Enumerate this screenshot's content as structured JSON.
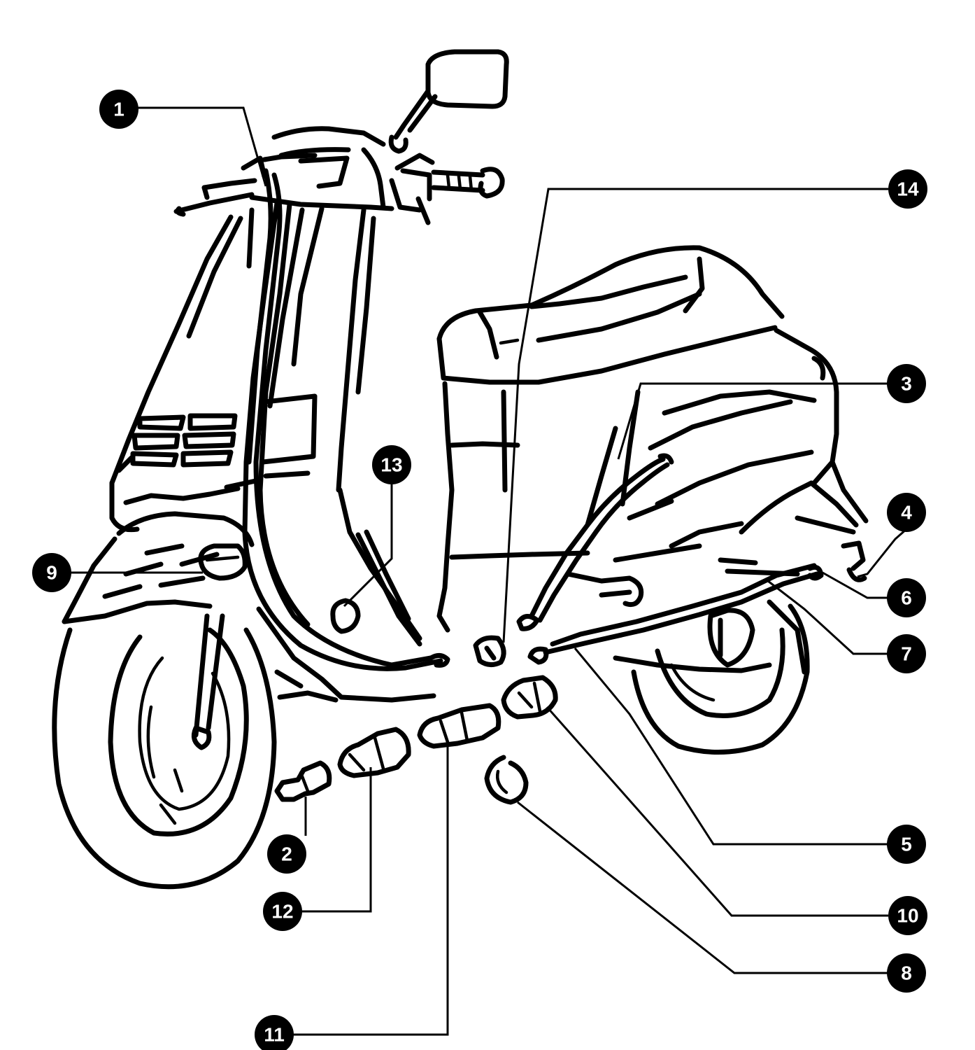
{
  "callouts": [
    {
      "id": "callout-1",
      "label": "1"
    },
    {
      "id": "callout-2",
      "label": "2"
    },
    {
      "id": "callout-3",
      "label": "3"
    },
    {
      "id": "callout-4",
      "label": "4"
    },
    {
      "id": "callout-5",
      "label": "5"
    },
    {
      "id": "callout-6",
      "label": "6"
    },
    {
      "id": "callout-7",
      "label": "7"
    },
    {
      "id": "callout-8",
      "label": "8"
    },
    {
      "id": "callout-9",
      "label": "9"
    },
    {
      "id": "callout-10",
      "label": "10"
    },
    {
      "id": "callout-11",
      "label": "11"
    },
    {
      "id": "callout-12",
      "label": "12"
    },
    {
      "id": "callout-13",
      "label": "13"
    },
    {
      "id": "callout-14",
      "label": "14"
    }
  ],
  "colors": {
    "ink": "#000000",
    "background": "#ffffff",
    "badge_text": "#ffffff"
  }
}
